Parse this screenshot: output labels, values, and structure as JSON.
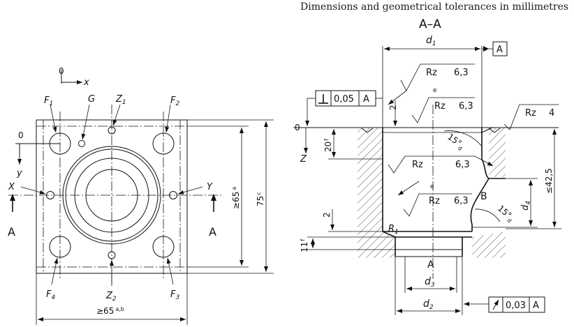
{
  "caption": "Dimensions and geometrical tolerances in millimetres",
  "section_title": "A–A",
  "left_view": {
    "origin_label": "0",
    "axis_x": "x",
    "axis_y": "y",
    "points": {
      "F1": "F",
      "F1s": "1",
      "F2": "F",
      "F2s": "2",
      "F3": "F",
      "F3s": "3",
      "F4": "F",
      "F4s": "4",
      "G": "G",
      "Z1": "Z",
      "Z1s": "1",
      "Z2": "Z",
      "Z2s": "2",
      "X": "X",
      "Y": "Y"
    },
    "section_mark": "A",
    "dim_height": "≥65",
    "dim_height_note": "a",
    "dim_height_total": "75",
    "dim_height_total_note": "c",
    "dim_width": "≥65",
    "dim_width_note": "a,b"
  },
  "right_view": {
    "d1": "d",
    "d1s": "1",
    "d2": "d",
    "d2s": "2",
    "d3": "d",
    "d3s": "3",
    "d4": "d",
    "d4s": "4",
    "datum": "A",
    "rz1_label": "Rz",
    "rz1_val": "6,3",
    "rz2_label": "Rz",
    "rz2_val": "6,3",
    "rz2_note": "e",
    "rz3_label": "Rz",
    "rz3_val": "4",
    "rz4_label": "Rz",
    "rz4_val": "6,3",
    "rz5_label": "Rz",
    "rz5_val": "6,3",
    "rz5_note": "e",
    "perp_tol": "0,05",
    "perp_datum": "A",
    "runout_tol": "0,03",
    "runout_datum": "A",
    "zero": "0",
    "z_axis": "Z",
    "dim_20": "20",
    "dim_20_note": "f",
    "dim_2a": "2",
    "dim_2b": "2",
    "dim_11": "11",
    "dim_11_note": "f",
    "dim_425": "≤42,5",
    "angle1": "15°",
    "angle1_note": "d",
    "angle2": "15°",
    "angle2_note": "d",
    "radius": "R",
    "radius_s": "1",
    "label_B": "B",
    "label_A": "A"
  }
}
